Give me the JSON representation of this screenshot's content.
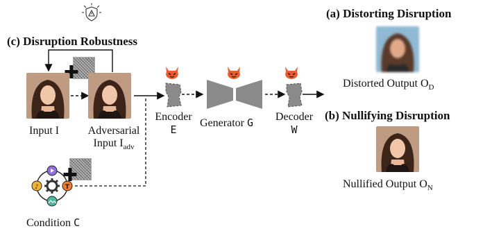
{
  "top_labels": {
    "distorting": "(a) Distorting Disruption",
    "nullifying": "(b) Nullifying Disruption",
    "robustness": "(c) Disruption Robustness"
  },
  "nodes": {
    "input": "Input I",
    "adversarial_line1": "Adversarial",
    "adversarial_line2": "Input I",
    "adversarial_sub": "adv",
    "encoder_name": "Encoder",
    "encoder_symbol": "E",
    "generator_name": "Generator",
    "generator_symbol": "G",
    "decoder_name": "Decoder",
    "decoder_symbol": "W",
    "condition_name": "Condition",
    "condition_symbol": "C"
  },
  "outputs": {
    "distorted_text": "Distorted Output O",
    "distorted_sub": "D",
    "nullified_text": "Nullified Output O",
    "nullified_sub": "N"
  },
  "colors": {
    "devil": "#f05a28",
    "block": "#8a8a8a",
    "hair": "#3d2418",
    "skin": "#f0c7a8"
  }
}
